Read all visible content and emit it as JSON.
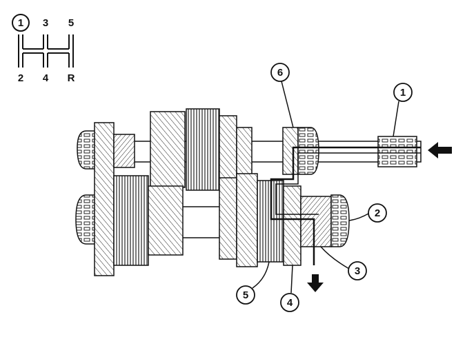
{
  "shift_pattern": {
    "gears_top": [
      "1",
      "3",
      "5"
    ],
    "gears_bottom": [
      "2",
      "4",
      "R"
    ],
    "selected": "1"
  },
  "callouts": [
    "1",
    "2",
    "3",
    "4",
    "5",
    "6"
  ],
  "arrows": {
    "input": "in",
    "output": "out"
  }
}
